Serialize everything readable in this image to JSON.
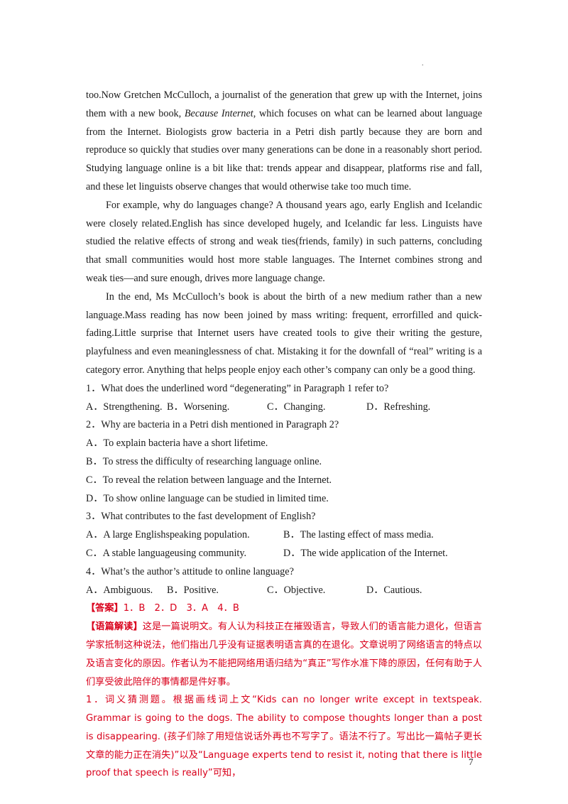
{
  "header_mark": ".",
  "passage": {
    "p1": {
      "before": "too.Now Gretchen McCulloch, a journalist of the generation that grew up with the Internet, joins them with a new book, ",
      "title": "Because Internet",
      "after": ", which focuses on what can be learned about language from the Internet. Biologists grow bacteria in a Petri dish partly because they are born and reproduce so quickly that studies over many generations can be done in a reasonably short period. Studying language online is a bit like that: trends appear and disappear, platforms rise and fall, and these let linguists observe changes that would otherwise take too much time."
    },
    "p2": "For example, why do languages change? A thousand years ago, early English and Icelandic were closely related.English has since developed hugely, and Icelandic far less. Linguists have studied the relative effects of strong and weak ties(friends, family) in such patterns, concluding that small communities would host more stable languages. The Internet combines strong and weak ties—and sure enough, drives more language change.",
    "p3": "In the end, Ms McCulloch’s book is about the birth of a new medium rather than a new language.Mass reading has now been joined by mass writing: frequent, errorfilled and quick-fading.Little surprise that Internet users have created tools to give their writing the gesture, playfulness and even meaninglessness of chat. Mistaking it for the downfall of “real” writing is a category error. Anything that helps people enjoy each other’s company can only be a good thing."
  },
  "questions": [
    {
      "stem": "1．What does the underlined word “degenerating” in Paragraph 1 refer to?",
      "options": [
        "A．Strengthening.",
        "B．Worsening.",
        "C．Changing.",
        "D．Refreshing."
      ]
    },
    {
      "stem": "2．Why are bacteria in a Petri dish mentioned in Paragraph 2?",
      "options": [
        "A．To explain bacteria have a short lifetime.",
        "B．To stress the difficulty of researching language online.",
        "C．To reveal the relation between language and the Internet.",
        "D．To show online language can be studied in limited time."
      ]
    },
    {
      "stem": "3．What contributes to the fast development of English?",
      "options": [
        "A．A large Englishspeaking population.",
        "B．The lasting effect of mass media.",
        "C．A stable languageusing community.",
        "D．The wide application of the Internet."
      ]
    },
    {
      "stem": "4．What’s the author’s attitude to online language?",
      "options": [
        "A．Ambiguous.",
        "B．Positive.",
        "C．Objective.",
        "D．Cautious."
      ]
    }
  ],
  "answer": {
    "label": "【答案】",
    "text": "1．B　2．D　3．A　4．B"
  },
  "interpretation": {
    "label": "【语篇解读】",
    "text": "这是一篇说明文。有人认为科技正在摧毁语言，导致人们的语言能力退化，但语言学家抵制这种说法，他们指出几乎没有证据表明语言真的在退化。文章说明了网络语言的特点以及语言变化的原因。作者认为不能把网络用语归结为“真正”写作水准下降的原因，任何有助于人们享受彼此陪伴的事情都是件好事。"
  },
  "explanation": "1．词义猜测题。根据画线词上文“Kids can no longer write except in textspeak. Grammar is going to the dogs. The ability to compose thoughts longer than a post is disappearing. (孩子们除了用短信说话外再也不写字了。语法不行了。写出比一篇帖子更长文章的能力正在消失)”以及“Language experts tend to resist it, noting that there is little proof that speech is really”可知，",
  "page_number": "7"
}
